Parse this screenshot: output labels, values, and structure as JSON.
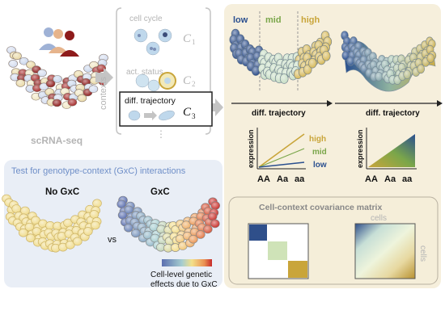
{
  "left_top": {
    "scrna_label": "scRNA-seq"
  },
  "contexts": {
    "side_label": "contexts",
    "items": [
      {
        "label": "cell cycle",
        "symbol": "C",
        "sub": "1"
      },
      {
        "label": "act. status",
        "symbol": "C",
        "sub": "2"
      },
      {
        "label": "diff. trajectory",
        "symbol": "C",
        "sub": "3"
      }
    ],
    "ellipsis": "⋮"
  },
  "trajectory_panel": {
    "zone_labels": [
      {
        "text": "low",
        "color": "#2a4f8f"
      },
      {
        "text": "mid",
        "color": "#7aa64a"
      },
      {
        "text": "high",
        "color": "#c9a53a"
      }
    ],
    "axis_label_left": "diff. trajectory",
    "axis_label_right": "diff. trajectory",
    "plot_left": {
      "ylabel": "expression",
      "xticks": [
        "AA",
        "Aa",
        "aa"
      ],
      "legend": [
        {
          "text": "high",
          "color": "#c9a53a"
        },
        {
          "text": "mid",
          "color": "#7aa64a"
        },
        {
          "text": "low",
          "color": "#2a4f8f"
        }
      ]
    },
    "plot_right": {
      "ylabel": "expression",
      "xticks": [
        "AA",
        "Aa",
        "aa"
      ]
    }
  },
  "gxc_panel": {
    "title": "Test for genotype-context (GxC) interactions",
    "no_gxc_label": "No GxC",
    "vs_label": "vs",
    "gxc_label": "GxC",
    "colorbar_caption_line1": "Cell-level genetic",
    "colorbar_caption_line2": "effects due to GxC"
  },
  "covariance_panel": {
    "title": "Cell-context covariance matrix",
    "cells_top": "cells",
    "cells_side": "cells"
  },
  "colors": {
    "accent_blue": "#2a4f8f",
    "accent_green": "#7aa64a",
    "accent_gold": "#c9a53a",
    "panel_blue_bg": "#e9eef6",
    "panel_beige_bg": "#f6efdc",
    "muted_gray": "#b4b4b4"
  }
}
